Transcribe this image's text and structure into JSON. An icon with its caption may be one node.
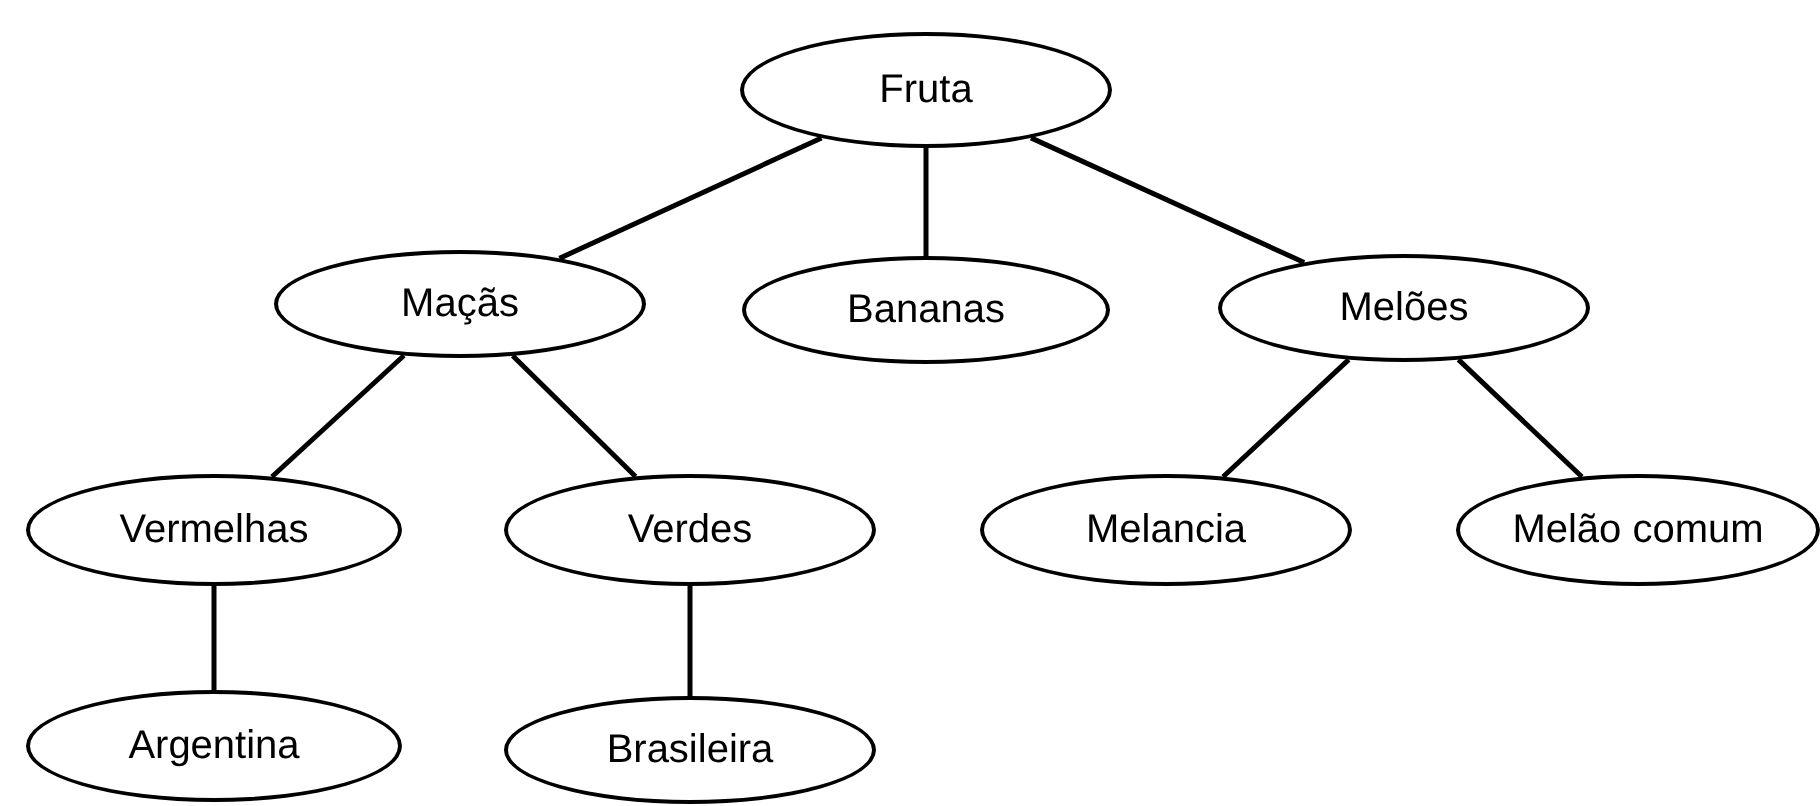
{
  "diagram": {
    "nodes": [
      {
        "text": [
          "Fruta"
        ]
      },
      {
        "text": [
          "Maçãs"
        ]
      },
      {
        "text": [
          "Bananas"
        ]
      },
      {
        "text": [
          "Melões"
        ]
      },
      {
        "text": [
          "Vermelhas"
        ]
      },
      {
        "text": [
          "Verdes"
        ]
      },
      {
        "text": [
          "Melancia"
        ]
      },
      {
        "text": [
          "Melão comum"
        ]
      },
      {
        "text": [
          "Argentina"
        ]
      },
      {
        "text": [
          "Brasileira"
        ]
      }
    ],
    "edges": [
      {
        "from": 0,
        "to": 1,
        "arrow": "none"
      },
      {
        "from": 0,
        "to": 2,
        "arrow": "none"
      },
      {
        "from": 0,
        "to": 3,
        "arrow": "none"
      },
      {
        "from": 1,
        "to": 4,
        "arrow": "none"
      },
      {
        "from": 1,
        "to": 5,
        "arrow": "none"
      },
      {
        "from": 3,
        "to": 6,
        "arrow": "none"
      },
      {
        "from": 3,
        "to": 7,
        "arrow": "none"
      },
      {
        "from": 4,
        "to": 8,
        "arrow": "none"
      },
      {
        "from": 5,
        "to": 9,
        "arrow": "none"
      }
    ]
  }
}
